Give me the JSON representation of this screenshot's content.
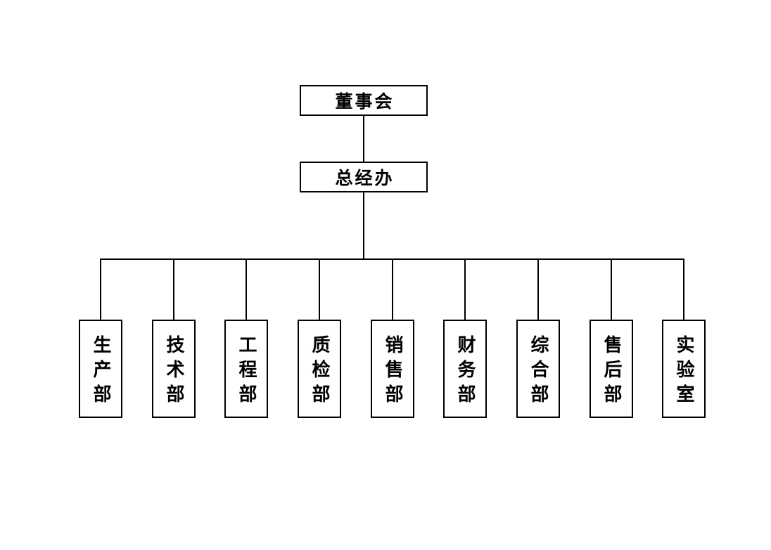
{
  "diagram": {
    "type": "org-chart",
    "root": {
      "label": "董事会"
    },
    "level2": {
      "label": "总经办"
    },
    "departments": [
      {
        "label": "生产部"
      },
      {
        "label": "技术部"
      },
      {
        "label": "工程部"
      },
      {
        "label": "质检部"
      },
      {
        "label": "销售部"
      },
      {
        "label": "财务部"
      },
      {
        "label": "综合部"
      },
      {
        "label": "售后部"
      },
      {
        "label": "实验室"
      }
    ]
  },
  "colors": {
    "line": "#000000",
    "background": "#ffffff",
    "text": "#000000"
  }
}
